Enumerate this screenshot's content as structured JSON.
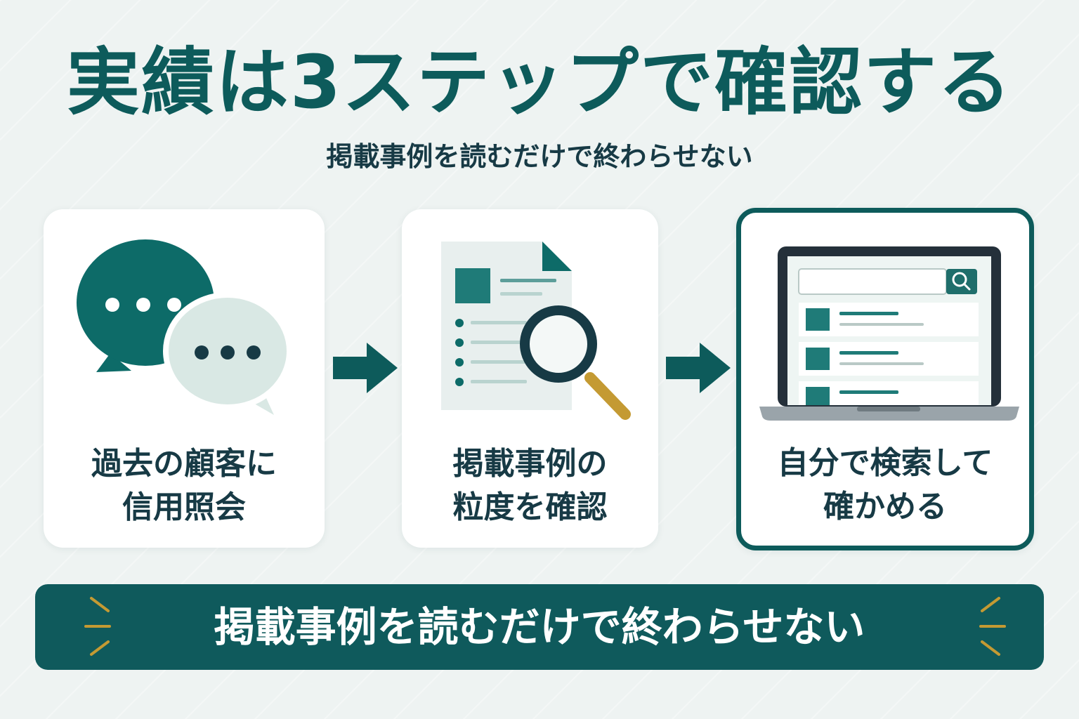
{
  "title": "実績は3ステップで確認する",
  "subtitle": "掲載事例を読むだけで終わらせない",
  "steps": [
    {
      "label_line1": "過去の顧客に",
      "label_line2": "信用照会",
      "icon": "chat-bubbles-icon"
    },
    {
      "label_line1": "掲載事例の",
      "label_line2": "粒度を確認",
      "icon": "document-magnifier-icon"
    },
    {
      "label_line1": "自分で検索して",
      "label_line2": "確かめる",
      "icon": "laptop-search-icon"
    }
  ],
  "banner": {
    "text": "掲載事例を読むだけで終わらせない"
  },
  "colors": {
    "primary": "#0d5b5b",
    "banner": "#0f5a5c",
    "light_teal": "#d9e8e4",
    "accent_gold": "#c49a33",
    "background": "#eef3f2"
  }
}
